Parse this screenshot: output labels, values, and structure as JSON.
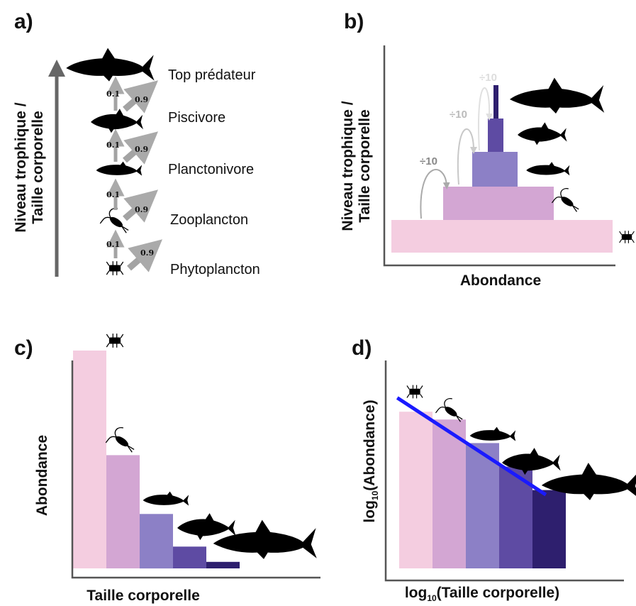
{
  "panels": {
    "a": {
      "label": "a)",
      "y_axis_label_line1": "Niveau trophique /",
      "y_axis_label_line2": "Taille corporelle",
      "levels": [
        {
          "name": "Top prédateur",
          "icon": "shark-icon"
        },
        {
          "name": "Piscivore",
          "icon": "tuna-icon"
        },
        {
          "name": "Planctonivore",
          "icon": "small-fish-icon"
        },
        {
          "name": "Zooplancton",
          "icon": "copepod-icon"
        },
        {
          "name": "Phytoplancton",
          "icon": "phytoplankton-icon"
        }
      ],
      "transfer_up": "0.1",
      "loss_out": "0.9"
    },
    "b": {
      "label": "b)",
      "y_axis_label_line1": "Niveau trophique /",
      "y_axis_label_line2": "Taille corporelle",
      "x_axis_label": "Abondance",
      "division_label": "÷10"
    },
    "c": {
      "label": "c)",
      "y_axis_label": "Abondance",
      "x_axis_label": "Taille corporelle"
    },
    "d": {
      "label": "d)",
      "y_axis_log": "log",
      "y_axis_sub": "10",
      "y_axis_rest": "(Abondance)",
      "x_axis_log": "log",
      "x_axis_sub": "10",
      "x_axis_rest": "(Taille corporelle)"
    }
  },
  "colors": {
    "level1": "#f4cde0",
    "level2": "#d3a6d3",
    "level3": "#8c80c6",
    "level4": "#5e4ba3",
    "level5": "#2e1f6e",
    "axis": "#555555",
    "arrow": "#777777",
    "transfer_arrow": "#9a9a9a",
    "fit_line": "#1a1aff"
  },
  "chart_data": [
    {
      "type": "bar",
      "panel": "c",
      "categories": [
        "Phytoplancton",
        "Zooplancton",
        "Planctonivore",
        "Piscivore",
        "Top prédateur"
      ],
      "values": [
        1000,
        520,
        250,
        100,
        30
      ],
      "ylim": [
        0,
        1000
      ]
    },
    {
      "type": "bar",
      "panel": "d",
      "categories": [
        "Phytoplancton",
        "Zooplancton",
        "Planctonivore",
        "Piscivore",
        "Top prédateur"
      ],
      "values": [
        4.0,
        3.8,
        3.2,
        2.6,
        2.0
      ],
      "fit_line": {
        "slope": -0.55,
        "intercept": 4.3
      },
      "ylim": [
        0,
        5
      ]
    }
  ]
}
